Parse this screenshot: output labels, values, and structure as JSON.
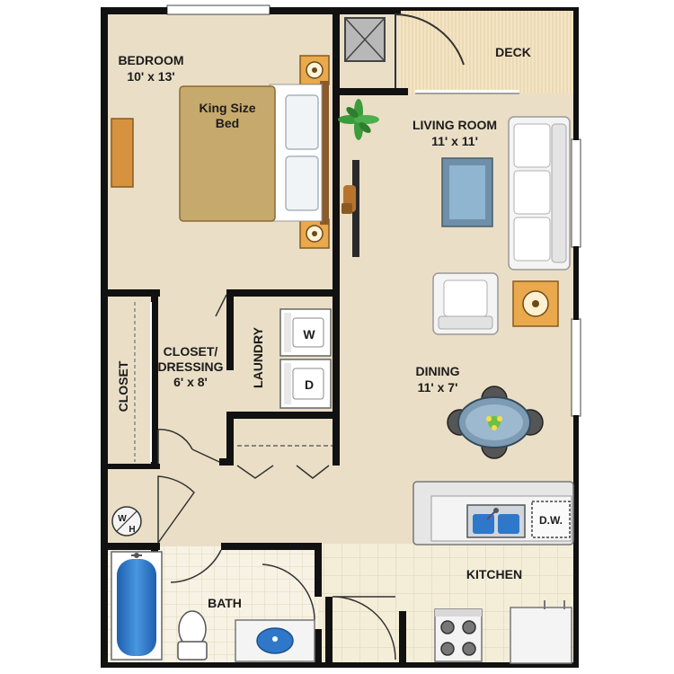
{
  "rooms": {
    "bedroom": {
      "name": "BEDROOM",
      "size": "10' x 13'"
    },
    "deck": {
      "name": "DECK"
    },
    "living_room": {
      "name": "LIVING ROOM",
      "size": "11' x 11'"
    },
    "closet": {
      "name": "CLOSET"
    },
    "closet_dressing": {
      "name_line1": "CLOSET/",
      "name_line2": "DRESSING",
      "size": "6' x 8'"
    },
    "laundry": {
      "name": "LAUNDRY"
    },
    "dining": {
      "name": "DINING",
      "size": "11' x 7'"
    },
    "kitchen": {
      "name": "KITCHEN"
    },
    "bath": {
      "name": "BATH"
    }
  },
  "fixtures": {
    "bed": {
      "line1": "King Size",
      "line2": "Bed"
    },
    "washer": "W",
    "dryer": "D",
    "water_heater_w": "W",
    "water_heater_h": "H",
    "dishwasher": "D.W."
  },
  "colors": {
    "floor": "#eadfc6",
    "wall": "#111111",
    "deck": "#f3e3c2",
    "kitchen_tile": "#f3ecd6",
    "bed": "#c6a96c",
    "sofa": "#f4f4f4",
    "appliance_blue": "#2f78c9"
  }
}
